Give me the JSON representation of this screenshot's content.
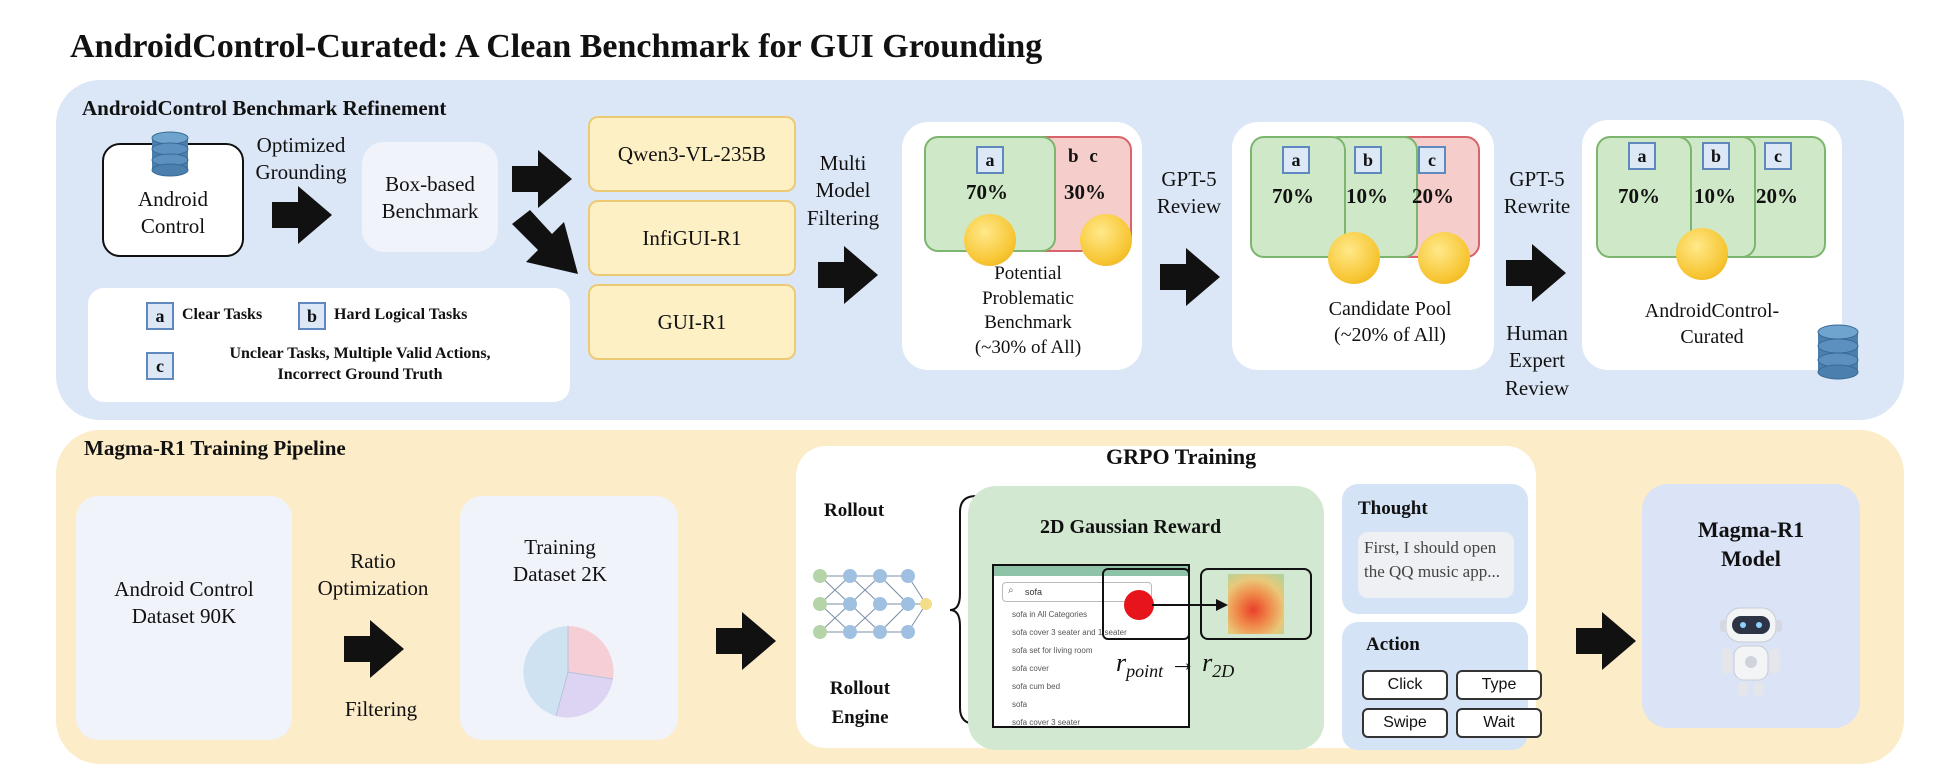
{
  "title": "AndroidControl-Curated: A Clean Benchmark for GUI Grounding",
  "top": {
    "section_title": "AndroidControl Benchmark Refinement",
    "android_control": "Android Control",
    "optimized_grounding": "Optimized Grounding",
    "box_benchmark": "Box-based Benchmark",
    "models": [
      "Qwen3-VL-235B",
      "InfiGUI-R1",
      "GUI-R1"
    ],
    "multi_model_filtering": "Multi Model Filtering",
    "legend": {
      "a": "a",
      "a_text": "Clear Tasks",
      "b": "b",
      "b_text": "Hard Logical Tasks",
      "c": "c",
      "c_text": "Unclear Tasks, Multiple Valid Actions, Incorrect Ground Truth"
    },
    "potential": {
      "a": "a",
      "a_pct": "70%",
      "bc": "b c",
      "bc_pct": "30%",
      "caption": "Potential Problematic Benchmark (~30% of All)"
    },
    "gpt5_review": "GPT-5 Review",
    "candidate": {
      "a": "a",
      "a_pct": "70%",
      "b": "b",
      "b_pct": "10%",
      "c": "c",
      "c_pct": "20%",
      "caption": "Candidate Pool (~20% of All)"
    },
    "gpt5_rewrite": "GPT-5 Rewrite",
    "human_review": "Human Expert Review",
    "curated": {
      "a": "a",
      "a_pct": "70%",
      "b": "b",
      "b_pct": "10%",
      "c": "c",
      "c_pct": "20%",
      "caption": "AndroidControl-Curated"
    }
  },
  "bottom": {
    "section_title": "Magma-R1 Training Pipeline",
    "dataset": "Android Control Dataset 90K",
    "ratio_optimization": "Ratio Optimization",
    "filtering": "Filtering",
    "training_dataset": "Training Dataset 2K",
    "grpo_title": "GRPO Training",
    "rollout": "Rollout",
    "rollout_engine": "Rollout Engine",
    "reward_title": "2D Gaussian Reward",
    "search_text": "sofa",
    "list_items": [
      "sofa in All Categories",
      "sofa cover 3 seater and 1 seater",
      "sofa set for living room",
      "sofa cover",
      "sofa cum bed",
      "sofa",
      "sofa cover 3 seater"
    ],
    "r_point": "r",
    "r_point_sub": "point",
    "arrow_sym": "→",
    "r_2d": "r",
    "r_2d_sub": "2D",
    "thought_title": "Thought",
    "thought_text": "First, I should open the QQ music app...",
    "action_title": "Action",
    "actions": [
      "Click",
      "Type",
      "Swipe",
      "Wait"
    ],
    "model_title": "Magma-R1 Model"
  }
}
